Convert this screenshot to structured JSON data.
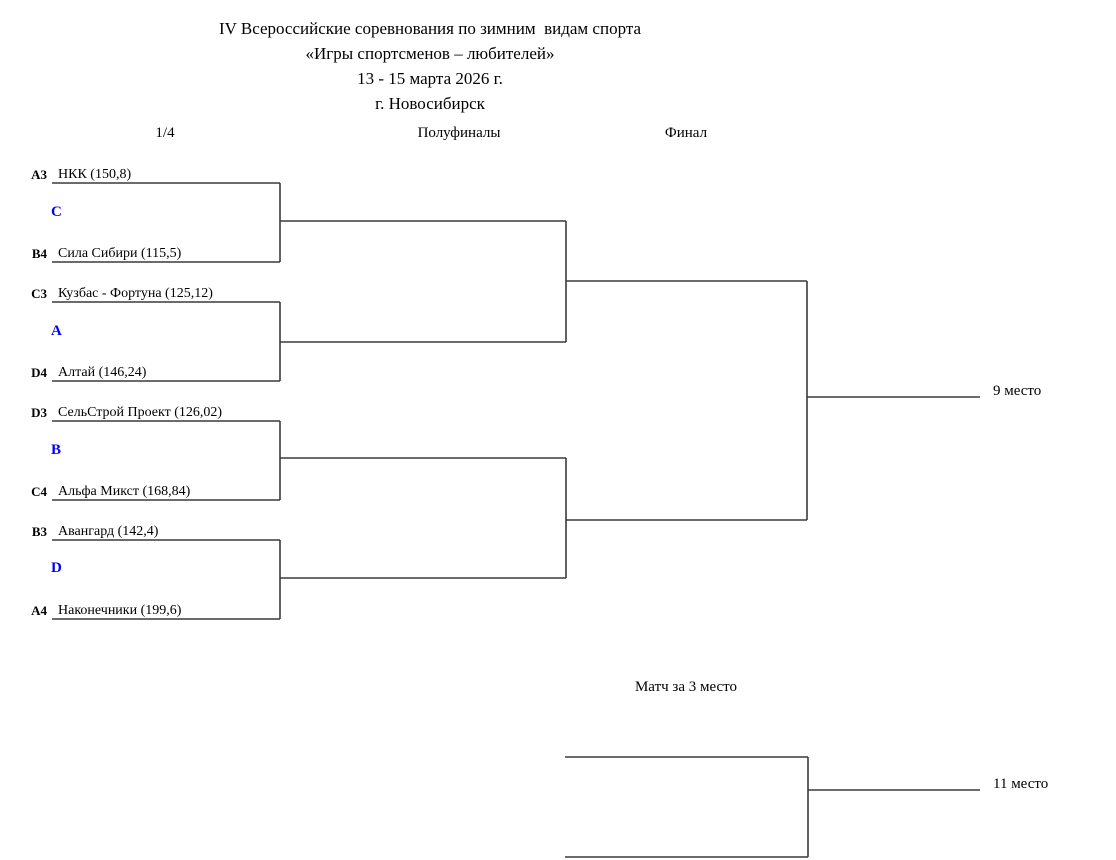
{
  "title": {
    "line1": "IV Всероссийские соревнования по зимним  видам спорта",
    "line2": "«Игры спортсменов – любителей»",
    "line3": "13 - 15 марта 2026 г.",
    "line4": "г. Новосибирск"
  },
  "rounds": {
    "quarter": "1/4",
    "semifinal": "Полуфиналы",
    "final": "Финал"
  },
  "teams": [
    {
      "seed": "A3",
      "name": "НКК (150,8)"
    },
    {
      "seed": "B4",
      "name": "Сила Сибири (115,5)"
    },
    {
      "seed": "C3",
      "name": "Кузбас - Фортуна (125,12)"
    },
    {
      "seed": "D4",
      "name": "Алтай (146,24)"
    },
    {
      "seed": "D3",
      "name": "СельСтрой Проект (126,02)"
    },
    {
      "seed": "C4",
      "name": "Альфа Микст (168,84)"
    },
    {
      "seed": "B3",
      "name": "Авангард (142,4)"
    },
    {
      "seed": "A4",
      "name": "Наконечники (199,6)"
    }
  ],
  "groups": [
    {
      "letter": "C"
    },
    {
      "letter": "A"
    },
    {
      "letter": "B"
    },
    {
      "letter": "D"
    }
  ],
  "outcomes": {
    "place9": "9 место",
    "place11": "11 место",
    "third_place_match": "Матч за 3 место"
  },
  "colors": {
    "group_letter": "#0000ff",
    "bracket_line": "#3a3a3a",
    "text": "#000000"
  }
}
